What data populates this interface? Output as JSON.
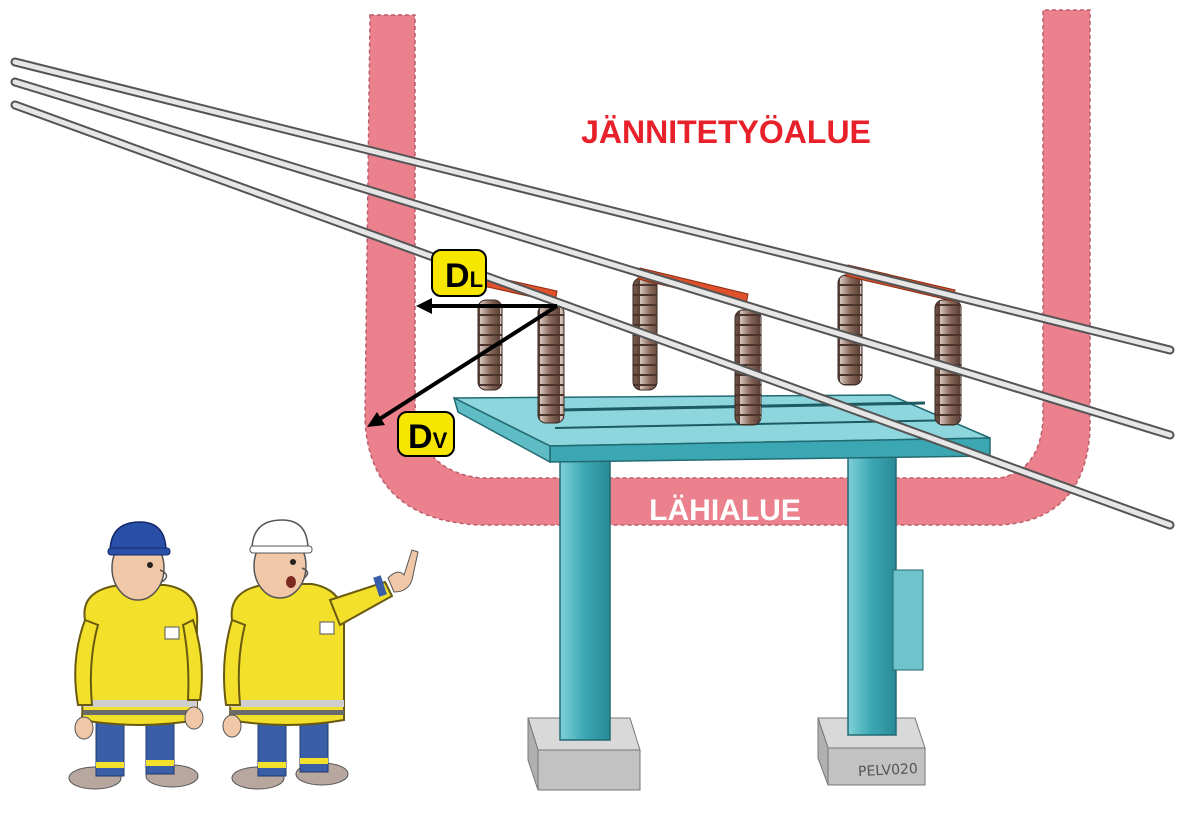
{
  "labels": {
    "live_work_zone": "JÄNNITETYÖALUE",
    "vicinity_zone": "LÄHIALUE",
    "dl_main": "D",
    "dl_sub": "L",
    "dv_main": "D",
    "dv_sub": "V",
    "signature": "PELV020"
  },
  "colors": {
    "zone_fill": "#e8707e",
    "zone_text_top": "#e8202a",
    "zone_text_bottom": "#ffffff",
    "badge_fill": "#f6e600",
    "structure": "#4fb3bd",
    "insulator": "#8a6a5c",
    "busbar": "#e0502a",
    "worker_jacket": "#f2e02a",
    "worker_trousers": "#3a5fa8"
  },
  "icons": {
    "worker_left": "worker-blue-helmet-icon",
    "worker_right": "worker-white-helmet-icon",
    "arrow": "arrow-left-icon"
  }
}
